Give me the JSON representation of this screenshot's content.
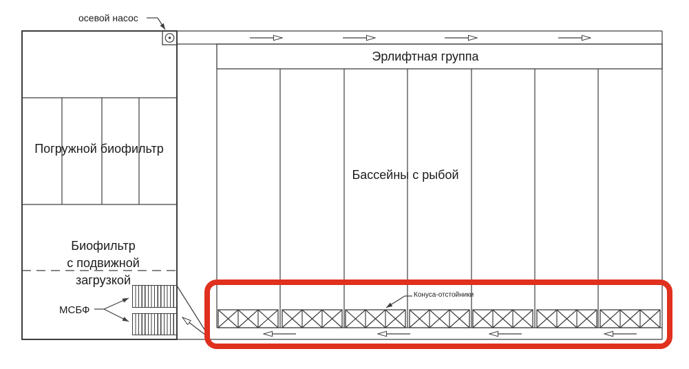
{
  "labels": {
    "axial_pump": "осевой насос",
    "airlift_group": "Эрлифтная группа",
    "submerged_biofilter": "Погружной биофильтр",
    "fish_pools": "Бассейны с рыбой",
    "moving_bed_biofilter": {
      "line1": "Биофильтр",
      "line2": "с подвижной",
      "line3": "загрузкой"
    },
    "msbf": "МСБФ",
    "cone_settlers": "Конуса-отстойники"
  },
  "colors": {
    "line": "#3d3d3d",
    "text": "#1b1b1b",
    "highlight_red": "#e0301e",
    "background": "#ffffff"
  }
}
